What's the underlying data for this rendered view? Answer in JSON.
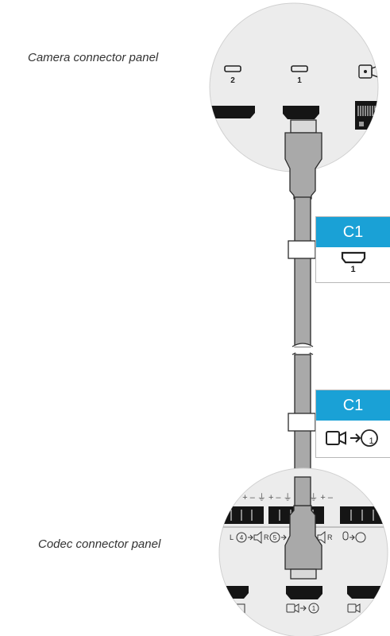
{
  "captions": {
    "camera": "Camera connector panel",
    "codec": "Codec connector panel"
  },
  "camera_panel": {
    "port_numbers": [
      "2",
      "1"
    ]
  },
  "labels": [
    {
      "code": "C1",
      "port_number": "1",
      "icon": "hdmi-port-icon"
    },
    {
      "code": "C1",
      "port_number": "1",
      "icon": "camera-input-1-icon"
    }
  ],
  "codec_panel": {
    "terminal_signs": "– ⏚ + –  ⏚ + –  ⏚ + –  ⏚ + –",
    "audio_labels": [
      "L",
      "4",
      "R",
      "5",
      "R"
    ],
    "bottom_port_number": "1"
  },
  "colors": {
    "label_blue": "#1aa1d6",
    "cable_gray": "#a9a9a9",
    "panel_gray": "#ececec",
    "outline": "#2b2b2b"
  }
}
